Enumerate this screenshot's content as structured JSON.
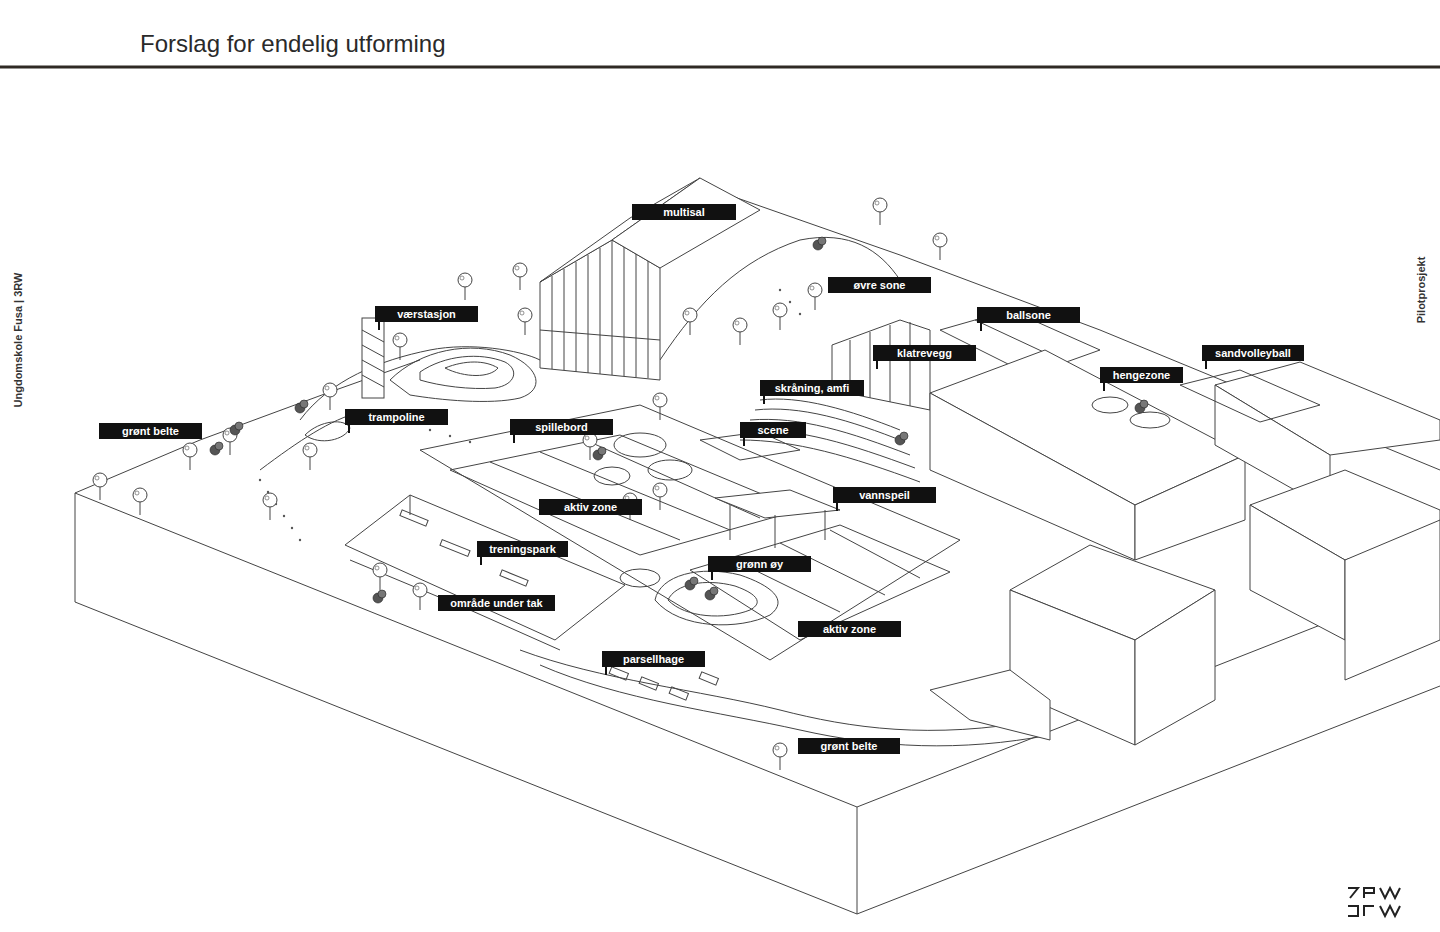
{
  "diagram": {
    "title": "Forslag for endelig utforming",
    "nodes": [
      {
        "text": [
          "multisal"
        ]
      },
      {
        "text": [
          "øvre sone"
        ]
      },
      {
        "text": [
          "ballsone"
        ]
      },
      {
        "text": [
          "værstasjon"
        ]
      },
      {
        "text": [
          "klatrevegg"
        ]
      },
      {
        "text": [
          "sandvolleyball"
        ]
      },
      {
        "text": [
          "hengezone"
        ]
      },
      {
        "text": [
          "skråning, amfi"
        ]
      },
      {
        "text": [
          "trampoline"
        ]
      },
      {
        "text": [
          "spillebord"
        ]
      },
      {
        "text": [
          "grønt belte"
        ]
      },
      {
        "text": [
          "scene"
        ]
      },
      {
        "text": [
          "vannspeil"
        ]
      },
      {
        "text": [
          "aktiv zone"
        ]
      },
      {
        "text": [
          "treningspark"
        ]
      },
      {
        "text": [
          "grønn øy"
        ]
      },
      {
        "text": [
          "område under tak"
        ]
      },
      {
        "text": [
          "aktiv zone"
        ]
      },
      {
        "text": [
          "parsellhage"
        ]
      },
      {
        "text": [
          "grønt belte"
        ]
      }
    ],
    "labels": [
      "Ungdomskole Fusa | 3RW",
      "Pilotprosjekt"
    ]
  }
}
